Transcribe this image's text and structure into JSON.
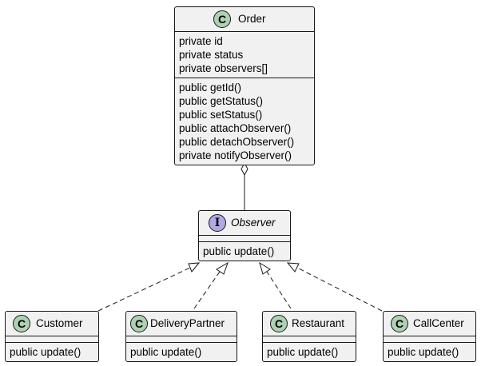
{
  "diagram": {
    "order": {
      "name": "Order",
      "stereotype_letter": "C",
      "fields": [
        "private id",
        "private status",
        "private observers[]"
      ],
      "methods": [
        "public getId()",
        "public getStatus()",
        "public setStatus()",
        "public attachObserver()",
        "public detachObserver()",
        "private notifyObserver()"
      ]
    },
    "observer": {
      "name": "Observer",
      "stereotype_letter": "I",
      "methods": [
        "public update()"
      ]
    },
    "implementors": [
      {
        "name": "Customer",
        "stereotype_letter": "C",
        "methods": [
          "public update()"
        ]
      },
      {
        "name": "DeliveryPartner",
        "stereotype_letter": "C",
        "methods": [
          "public update()"
        ]
      },
      {
        "name": "Restaurant",
        "stereotype_letter": "C",
        "methods": [
          "public update()"
        ]
      },
      {
        "name": "CallCenter",
        "stereotype_letter": "C",
        "methods": [
          "public update()"
        ]
      }
    ],
    "colors": {
      "class_fill": "#f1f1f1",
      "border": "#181818",
      "class_badge": "#add1b2",
      "interface_badge": "#b4a7e5"
    }
  }
}
